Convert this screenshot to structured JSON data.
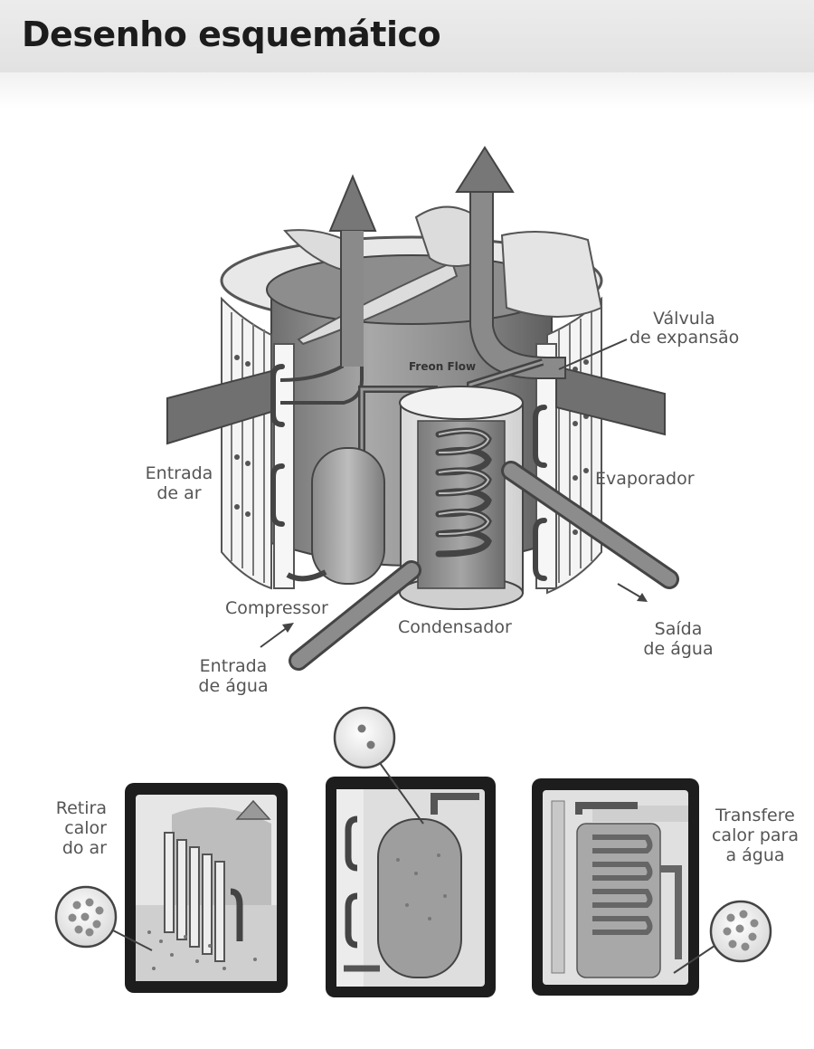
{
  "title": "Desenho esquemático",
  "labels": {
    "valvula_1": "Válvula",
    "valvula_2": "de expansão",
    "freon": "Freon Flow",
    "entrada_ar_1": "Entrada",
    "entrada_ar_2": "de ar",
    "evaporador": "Evaporador",
    "compressor": "Compressor",
    "condensador": "Condensador",
    "saida_1": "Saída",
    "saida_2": "de água",
    "entrada_agua_1": "Entrada",
    "entrada_agua_2": "de água",
    "retira_1": "Retira",
    "retira_2": "calor",
    "retira_3": "do ar",
    "transfere_1": "Transfere",
    "transfere_2": "calor para",
    "transfere_3": "a água"
  }
}
